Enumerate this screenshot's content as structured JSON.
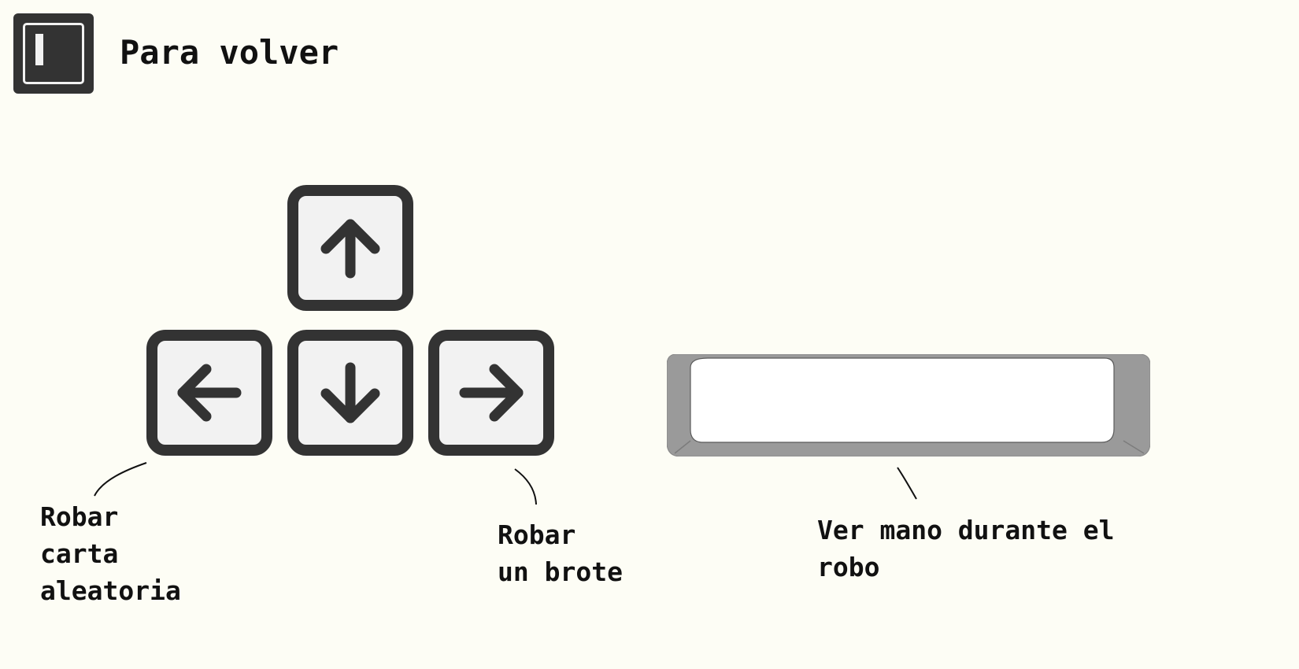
{
  "header": {
    "back_key_icon": "square-key-icon",
    "title": "Para volver"
  },
  "keys": {
    "up_icon": "arrow-up-icon",
    "left_icon": "arrow-left-icon",
    "down_icon": "arrow-down-icon",
    "right_icon": "arrow-right-icon",
    "space_icon": "space-bar-icon"
  },
  "labels": {
    "left": [
      "Robar",
      "carta",
      "aleatoria"
    ],
    "right": [
      "Robar",
      "un brote"
    ],
    "space": [
      "Ver mano durante el",
      "robo"
    ]
  },
  "colors": {
    "background": "#fdfdf5",
    "key_border": "#333333",
    "key_face": "#f2f2f2",
    "space_edge": "#9a9a9a"
  }
}
